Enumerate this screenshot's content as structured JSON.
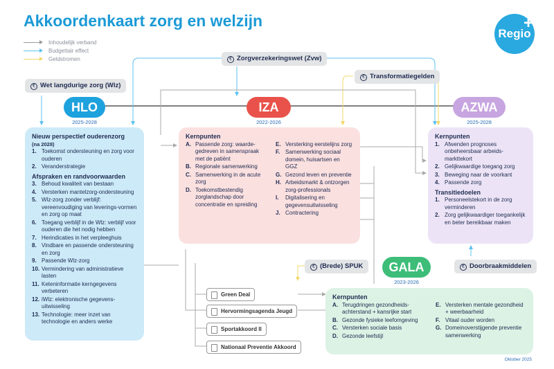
{
  "title": "Akkoordenkaart zorg en welzijn",
  "logo": {
    "text": "Regio",
    "mark": "+"
  },
  "legend": [
    {
      "label": "Inhoudelijk verband",
      "color": "#9a9a9a"
    },
    {
      "label": "Budgettair effect",
      "color": "#5cc0ef"
    },
    {
      "label": "Geldstromen",
      "color": "#f2d86a"
    }
  ],
  "funds": {
    "wlz": "Wet langdurige zorg (Wlz)",
    "zvw": "Zorgverzekeringswet (Zvw)",
    "transformatie": "Transformatiegelden",
    "spuk": "(Brede) SPUK",
    "doorbraak": "Doorbraakmiddelen",
    "euro_icon": "€"
  },
  "agreements": {
    "hlo": {
      "name": "HLO",
      "years": "2025-2028",
      "color": "#1ea2dd"
    },
    "iza": {
      "name": "IZA",
      "years": "2022-2026",
      "color": "#e8524a"
    },
    "azwa": {
      "name": "AZWA",
      "years": "2025-2028",
      "color": "#c7a5e0"
    },
    "gala": {
      "name": "GALA",
      "years": "2023-2026",
      "color": "#3dbd78"
    }
  },
  "hlo_box": {
    "heading1": "Nieuw perspectief ouderenzorg",
    "heading1_sub": "(na 2028)",
    "items1": [
      {
        "n": "1.",
        "t": "Toekomst ondersteuning en zorg voor ouderen"
      },
      {
        "n": "2.",
        "t": "Veranderstrategie"
      }
    ],
    "heading2": "Afspraken en randvoorwaarden",
    "items2": [
      {
        "n": "3.",
        "t": "Behoud kwaliteit van bestaan"
      },
      {
        "n": "4.",
        "t": "Versterken mantelzorg-ondersteuning"
      },
      {
        "n": "5.",
        "t": "Wlz-zorg zonder verblijf: vereenvoudiging van leverings-vormen en zorg op maat"
      },
      {
        "n": "6.",
        "t": "Toegang verblijf in de Wlz: verblijf voor ouderen die het nodig hebben"
      },
      {
        "n": "7.",
        "t": "Herindicaties in het verpleeghuis"
      },
      {
        "n": "8.",
        "t": "Vindbare en passende ondersteuning en zorg"
      },
      {
        "n": "9.",
        "t": "Passende Wlz-zorg"
      },
      {
        "n": "10.",
        "t": "Vermindering van administratieve lasten"
      },
      {
        "n": "11.",
        "t": "Keteninformatie kerngegevens verbeteren"
      },
      {
        "n": "12.",
        "t": "iWlz: elektronische gegevens-uitwisseling"
      },
      {
        "n": "13.",
        "t": "Technologie: meer inzet van technologie en anders werke"
      }
    ]
  },
  "iza_box": {
    "heading": "Kernpunten",
    "left": [
      {
        "n": "A.",
        "t": "Passende zorg: waarde-gedreven in samenspraak met de patiënt"
      },
      {
        "n": "B.",
        "t": "Regionale samenwerking"
      },
      {
        "n": "C.",
        "t": "Samenwerking in de acute zorg"
      },
      {
        "n": "D.",
        "t": "Toekomstbestendig zorglandschap door concentratie en spreiding"
      }
    ],
    "right": [
      {
        "n": "E.",
        "t": "Versterking eerstelijns zorg"
      },
      {
        "n": "F.",
        "t": "Samenwerking sociaal domein, huisartsen en GGZ"
      },
      {
        "n": "G.",
        "t": "Gezond leven en preventie"
      },
      {
        "n": "H.",
        "t": "Arbeidsmarkt & ontzorgen zorg-professionals"
      },
      {
        "n": "I.",
        "t": "Digitalisering en gegevensuitwisseling"
      },
      {
        "n": "J.",
        "t": "Contractering"
      }
    ]
  },
  "azwa_box": {
    "heading1": "Kernpunten",
    "items1": [
      {
        "n": "1.",
        "t": "Afwenden prognoses onbeheersbaar arbeids-markttekort"
      },
      {
        "n": "2.",
        "t": "Gelijkwaardige toegang zorg"
      },
      {
        "n": "3.",
        "t": "Beweging naar de voorkant"
      },
      {
        "n": "4.",
        "t": "Passende zorg"
      }
    ],
    "heading2": "Transitiedoelen",
    "items2": [
      {
        "n": "1.",
        "t": "Personeelstekort in de zorg verminderen"
      },
      {
        "n": "2.",
        "t": "Zorg gelijkwaardiger toegankelijk en beter bereikbaar maken"
      }
    ]
  },
  "gala_box": {
    "heading": "Kernpunten",
    "left": [
      {
        "n": "A.",
        "t": "Terugdringen gezondheids-achterstand + kansrijke start"
      },
      {
        "n": "B.",
        "t": "Gezonde fysieke leefomgeving"
      },
      {
        "n": "C.",
        "t": "Versterken sociale basis"
      },
      {
        "n": "D.",
        "t": "Gezonde leefstijl"
      }
    ],
    "right": [
      {
        "n": "E.",
        "t": "Versterken mentale gezondheid + weerbaarheid"
      },
      {
        "n": "F.",
        "t": "Vitaal ouder worden"
      },
      {
        "n": "G.",
        "t": "Domeinoverstijgende preventie samenwerking"
      }
    ]
  },
  "sub_agreements": [
    "Green Deal",
    "Hervormingsagenda Jeugd",
    "Sportakkoord II",
    "Nationaal Preventie Akkoord"
  ],
  "date": "Oktober 2025"
}
